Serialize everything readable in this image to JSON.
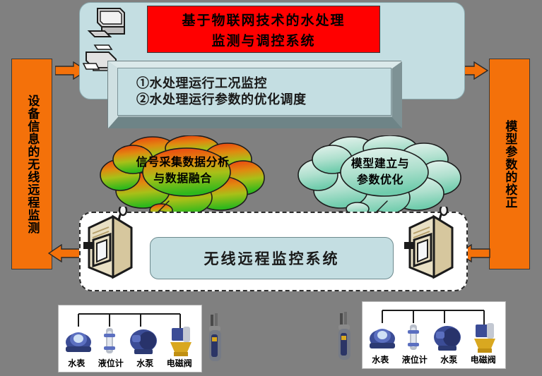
{
  "diagram": {
    "background_color": "#808080",
    "accent_orange": "#F4710A",
    "panel_blue": "#C4DEE2",
    "banner_red": "#FF0000"
  },
  "title_banner": {
    "line1": "基于物联网技术的水处理",
    "line2": "监测与调控系统"
  },
  "bevel_box": {
    "item1": "①水处理运行工况监控",
    "item2": "②水处理运行参数的优化调度"
  },
  "pillars": {
    "left": "设备信息的无线远程监测",
    "right": "模型参数的校正"
  },
  "clouds": {
    "left": {
      "line1": "信号采集数据分析",
      "line2": "与数据融合",
      "gradient_from": "#E8441C",
      "gradient_to": "#38B820"
    },
    "right": {
      "line1": "模型建立与",
      "line2": "参数优化",
      "gradient_from": "#D8EEE6",
      "gradient_to": "#7FD2B4"
    }
  },
  "mid_panel": {
    "label": "无线远程监控系统"
  },
  "icons": {
    "computer": "desktop-computer-icon",
    "printer": "printer-icon",
    "cabinet": "server-cabinet-icon",
    "antenna": "antenna-icon",
    "bolt": "lightning-bolt-icon",
    "arrow": "orange-arrow-icon"
  },
  "devices": {
    "items": [
      {
        "label": "水表",
        "name": "water-meter"
      },
      {
        "label": "液位计",
        "name": "level-gauge"
      },
      {
        "label": "水泵",
        "name": "water-pump"
      },
      {
        "label": "电磁阀",
        "name": "solenoid-valve"
      }
    ]
  }
}
